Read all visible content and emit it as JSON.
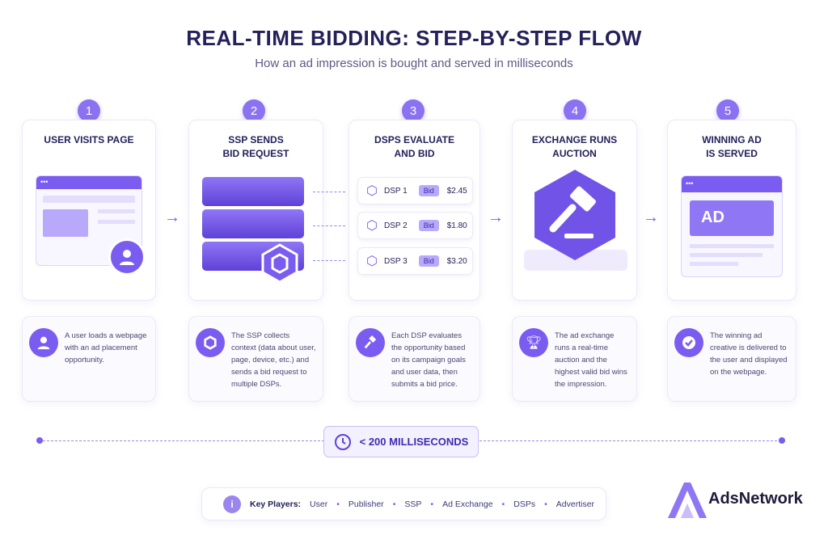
{
  "title": "REAL-TIME BIDDING: STEP-BY-STEP FLOW",
  "subtitle": "How an ad impression is bought and served in milliseconds",
  "steps": [
    {
      "num": "1",
      "title_l1": "USER VISITS PAGE",
      "title_l2": "",
      "desc": "A user loads a webpage with an ad placement opportunity."
    },
    {
      "num": "2",
      "title_l1": "SSP SENDS",
      "title_l2": "BID REQUEST",
      "desc": "The SSP collects context (data about user, page, device, etc.) and sends a bid request to multiple DSPs."
    },
    {
      "num": "3",
      "title_l1": "DSPS EVALUATE",
      "title_l2": "AND BID",
      "desc": "Each DSP evaluates the opportunity based on its campaign goals and user data, then submits a bid price."
    },
    {
      "num": "4",
      "title_l1": "EXCHANGE RUNS",
      "title_l2": "AUCTION",
      "desc": "The ad exchange runs a real-time auction and the highest valid bid wins the impression."
    },
    {
      "num": "5",
      "title_l1": "WINNING AD",
      "title_l2": "IS SERVED",
      "desc": "The winning ad creative is delivered to the user and displayed on the webpage."
    }
  ],
  "dsps": [
    {
      "name": "DSP 1",
      "bid_label": "Bid",
      "price": "$2.45"
    },
    {
      "name": "DSP 2",
      "bid_label": "Bid",
      "price": "$1.80"
    },
    {
      "name": "DSP 3",
      "bid_label": "Bid",
      "price": "$3.20"
    }
  ],
  "ad_label": "AD",
  "timeline": "< 200 MILLISECONDS",
  "key_players": {
    "label": "Key Players:",
    "items": [
      "User",
      "Publisher",
      "SSP",
      "Ad Exchange",
      "DSPs",
      "Advertiser"
    ]
  },
  "brand": "AdsNetwork",
  "colors": {
    "accent": "#7b5cf0",
    "title": "#23215a"
  }
}
